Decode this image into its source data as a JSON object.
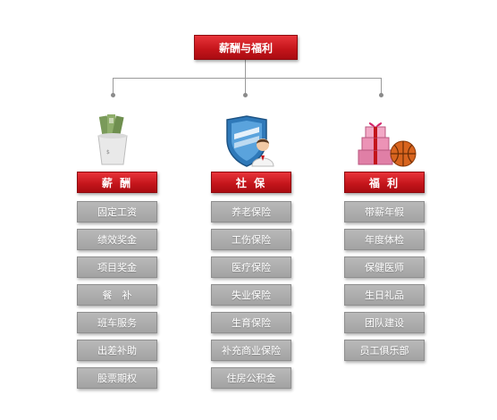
{
  "root": {
    "label": "薪酬与福利"
  },
  "categories": [
    {
      "label": "薪    酬",
      "icon": "money-cup-icon",
      "items": [
        "固定工资",
        "绩效奖金",
        "项目奖金",
        "餐　补",
        "班车服务",
        "出差补助",
        "股票期权"
      ]
    },
    {
      "label": "社    保",
      "icon": "shield-doctor-icon",
      "items": [
        "养老保险",
        "工伤保险",
        "医疗保险",
        "失业保险",
        "生育保险",
        "补充商业保险",
        "住房公积金"
      ]
    },
    {
      "label": "福    利",
      "icon": "gift-basketball-icon",
      "items": [
        "带薪年假",
        "年度体检",
        "保健医师",
        "生日礼品",
        "团队建设",
        "员工俱乐部"
      ]
    }
  ]
}
